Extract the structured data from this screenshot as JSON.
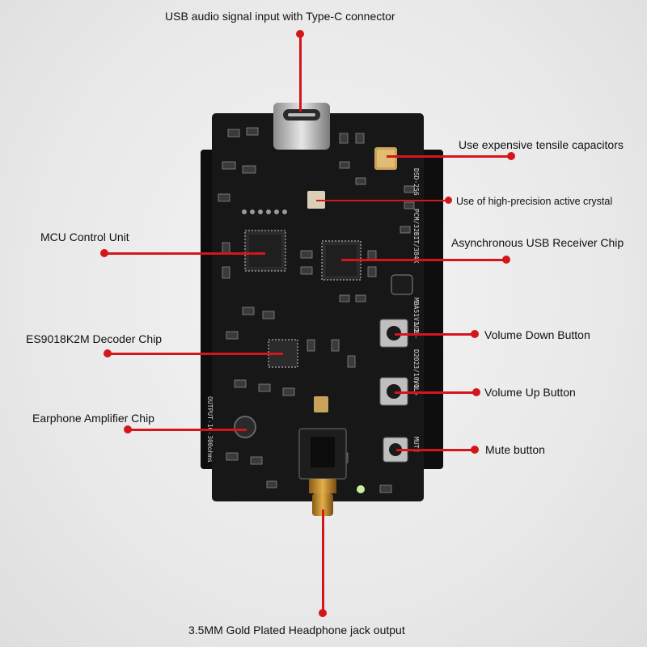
{
  "callouts": {
    "usb_input": "USB audio signal input with Type-C connector",
    "tensile_capacitors": "Use expensive tensile capacitors",
    "active_crystal": "Use of high-precision active crystal",
    "mcu": "MCU Control Unit",
    "usb_receiver": "Asynchronous USB Receiver Chip",
    "decoder": "ES9018K2M Decoder Chip",
    "volume_down": "Volume Down Button",
    "volume_up": "Volume Up Button",
    "amplifier": "Earphone Amplifier Chip",
    "mute": "Mute button",
    "headphone_jack": "3.5MM Gold Plated Headphone jack output"
  },
  "silkscreen": {
    "model": "DSD-256",
    "spec": "PCM/32BIT/384K",
    "version": "MBA51V1.2",
    "date": "D2023/10/1",
    "vol_minus": "VOL-",
    "vol_plus": "VOL+",
    "mute": "MUTE",
    "output": "OUTPUT-16-300ohms"
  },
  "colors": {
    "leader": "#d4161b",
    "pcb": "#151515",
    "background": "#e9e9e9"
  }
}
